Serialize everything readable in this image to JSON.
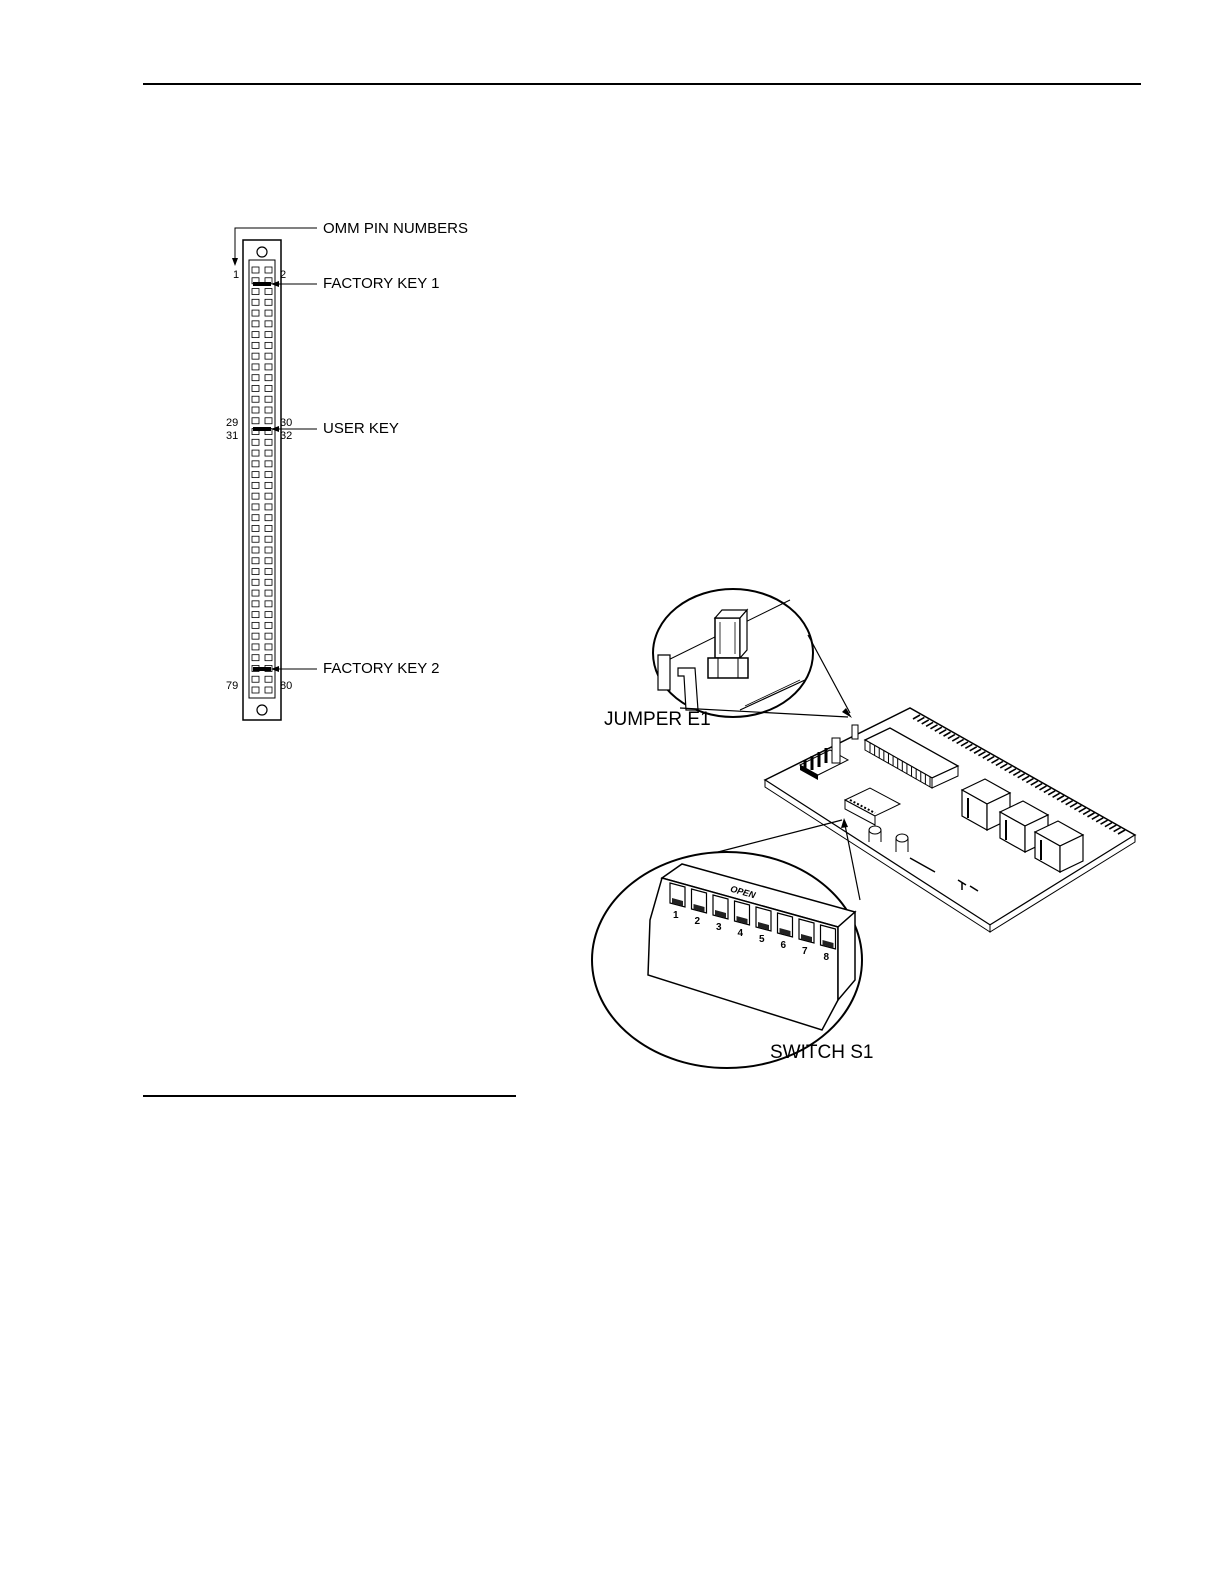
{
  "connector_figure": {
    "callouts": {
      "pin_numbers": "OMM PIN NUMBERS",
      "factory_key_1": "FACTORY KEY 1",
      "user_key": "USER KEY",
      "factory_key_2": "FACTORY KEY 2"
    },
    "pin_labels": {
      "p1": "1",
      "p2": "2",
      "p29": "29",
      "p30": "30",
      "p31": "31",
      "p32": "32",
      "p79": "79",
      "p80": "80"
    }
  },
  "board_figure": {
    "jumper_label": "JUMPER E1",
    "switch_label": "SWITCH S1",
    "switch_open_text": "OPEN",
    "switch_positions": [
      "1",
      "2",
      "3",
      "4",
      "5",
      "6",
      "7",
      "8"
    ]
  }
}
